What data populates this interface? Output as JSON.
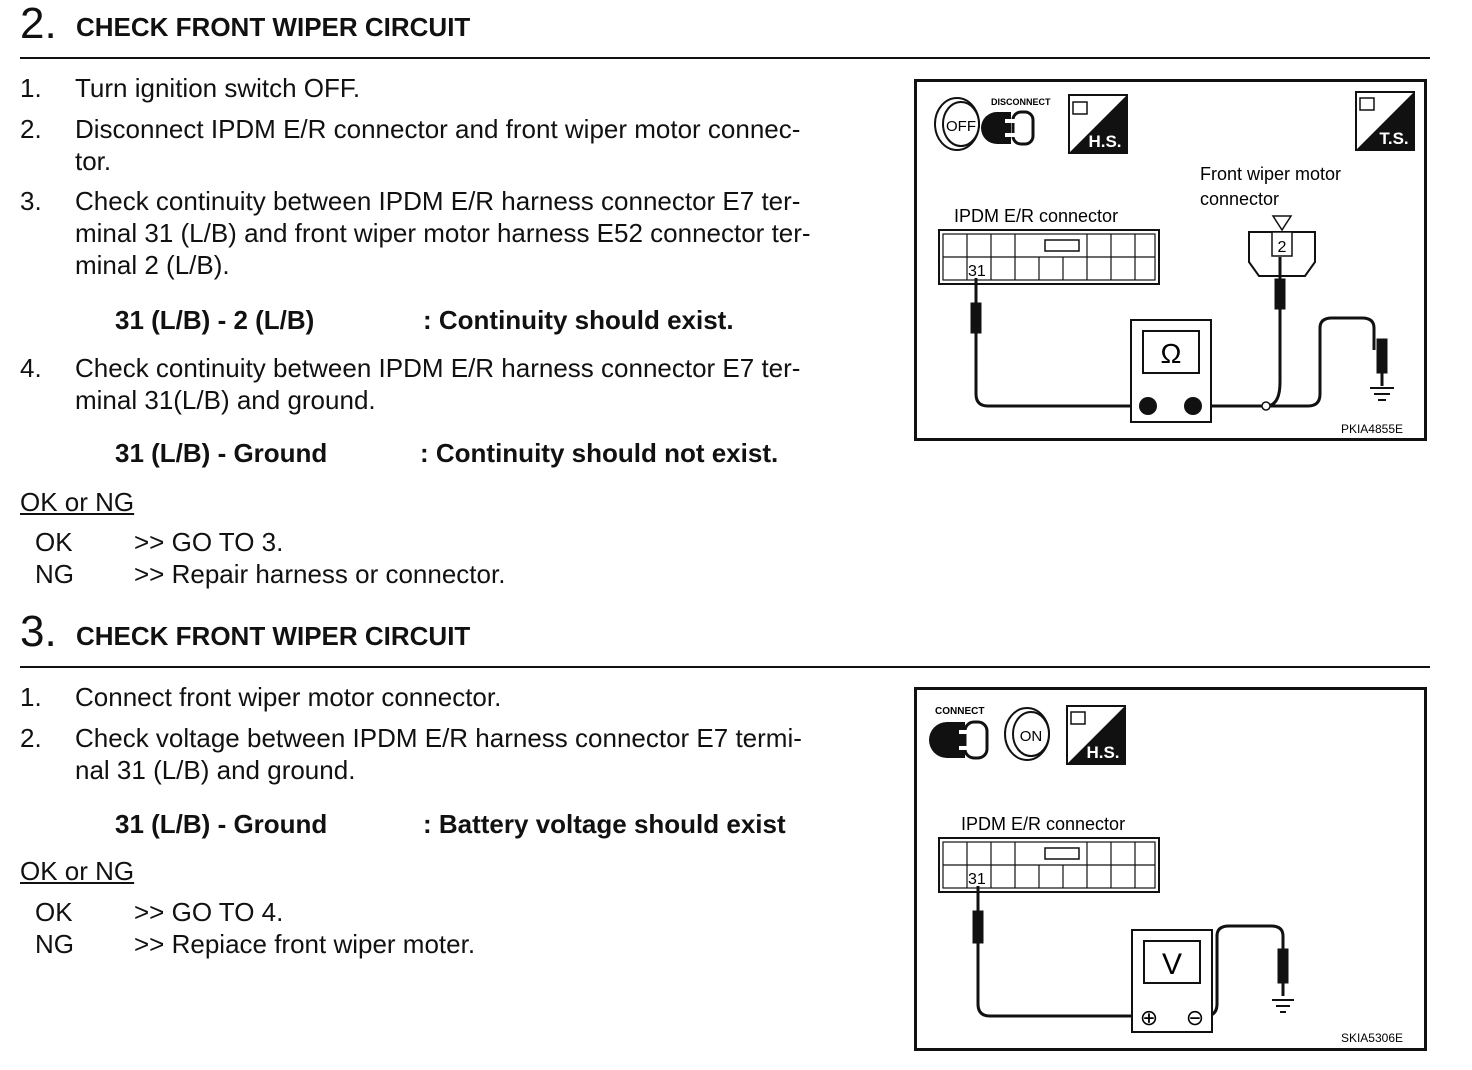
{
  "sections": [
    {
      "number": "2.",
      "title": "CHECK FRONT WIPER CIRCUIT",
      "steps": [
        {
          "n": "1.",
          "text": "Turn ignition switch OFF."
        },
        {
          "n": "2.",
          "lines": [
            "Disconnect IPDM E/R connector and front wiper motor connec-",
            "tor."
          ]
        },
        {
          "n": "3.",
          "lines": [
            "Check continuity between IPDM E/R harness connector E7 ter-",
            "minal 31 (L/B) and front wiper motor harness E52 connector ter-",
            "minal 2 (L/B)."
          ]
        },
        {
          "n": "4.",
          "lines": [
            "Check continuity between IPDM E/R harness connector E7 ter-",
            "minal 31(L/B) and ground."
          ]
        }
      ],
      "specs": [
        {
          "left": "31 (L/B) - 2 (L/B)",
          "right": ": Continuity should exist."
        },
        {
          "left": "31 (L/B) - Ground",
          "right": ": Continuity should not exist."
        }
      ],
      "okng_label": "OK or NG",
      "results": [
        {
          "code": "OK",
          "text": ">> GO TO 3."
        },
        {
          "code": "NG",
          "text": ">> Repair harness or connector."
        }
      ],
      "figure": {
        "icon_switch": "OFF",
        "icon_disconnect": "DISCONNECT",
        "icon_hs": "H.S.",
        "icon_ts": "T.S.",
        "label_motor_1": "Front wiper motor",
        "label_motor_2": "connector",
        "label_ipdm": "IPDM E/R connector",
        "terminal_a": "31",
        "terminal_b": "2",
        "meter": "Ω",
        "code": "PKIA4855E"
      }
    },
    {
      "number": "3.",
      "title": "CHECK FRONT WIPER CIRCUIT",
      "steps": [
        {
          "n": "1.",
          "text": "Connect front wiper motor connector."
        },
        {
          "n": "2.",
          "lines": [
            "Check voltage between IPDM E/R harness connector E7 termi-",
            "nal 31 (L/B) and ground."
          ]
        }
      ],
      "specs": [
        {
          "left": "31 (L/B) - Ground",
          "right": ": Battery voltage should exist"
        }
      ],
      "okng_label": "OK or NG",
      "results": [
        {
          "code": "OK",
          "text": ">> GO TO 4."
        },
        {
          "code": "NG",
          "text": ">> Repiace front wiper moter."
        }
      ],
      "figure": {
        "icon_connect": "CONNECT",
        "icon_switch": "ON",
        "icon_hs": "H.S.",
        "label_ipdm": "IPDM E/R connector",
        "terminal_a": "31",
        "meter": "V",
        "plus": "⊕",
        "minus": "⊖",
        "code": "SKIA5306E"
      }
    }
  ]
}
